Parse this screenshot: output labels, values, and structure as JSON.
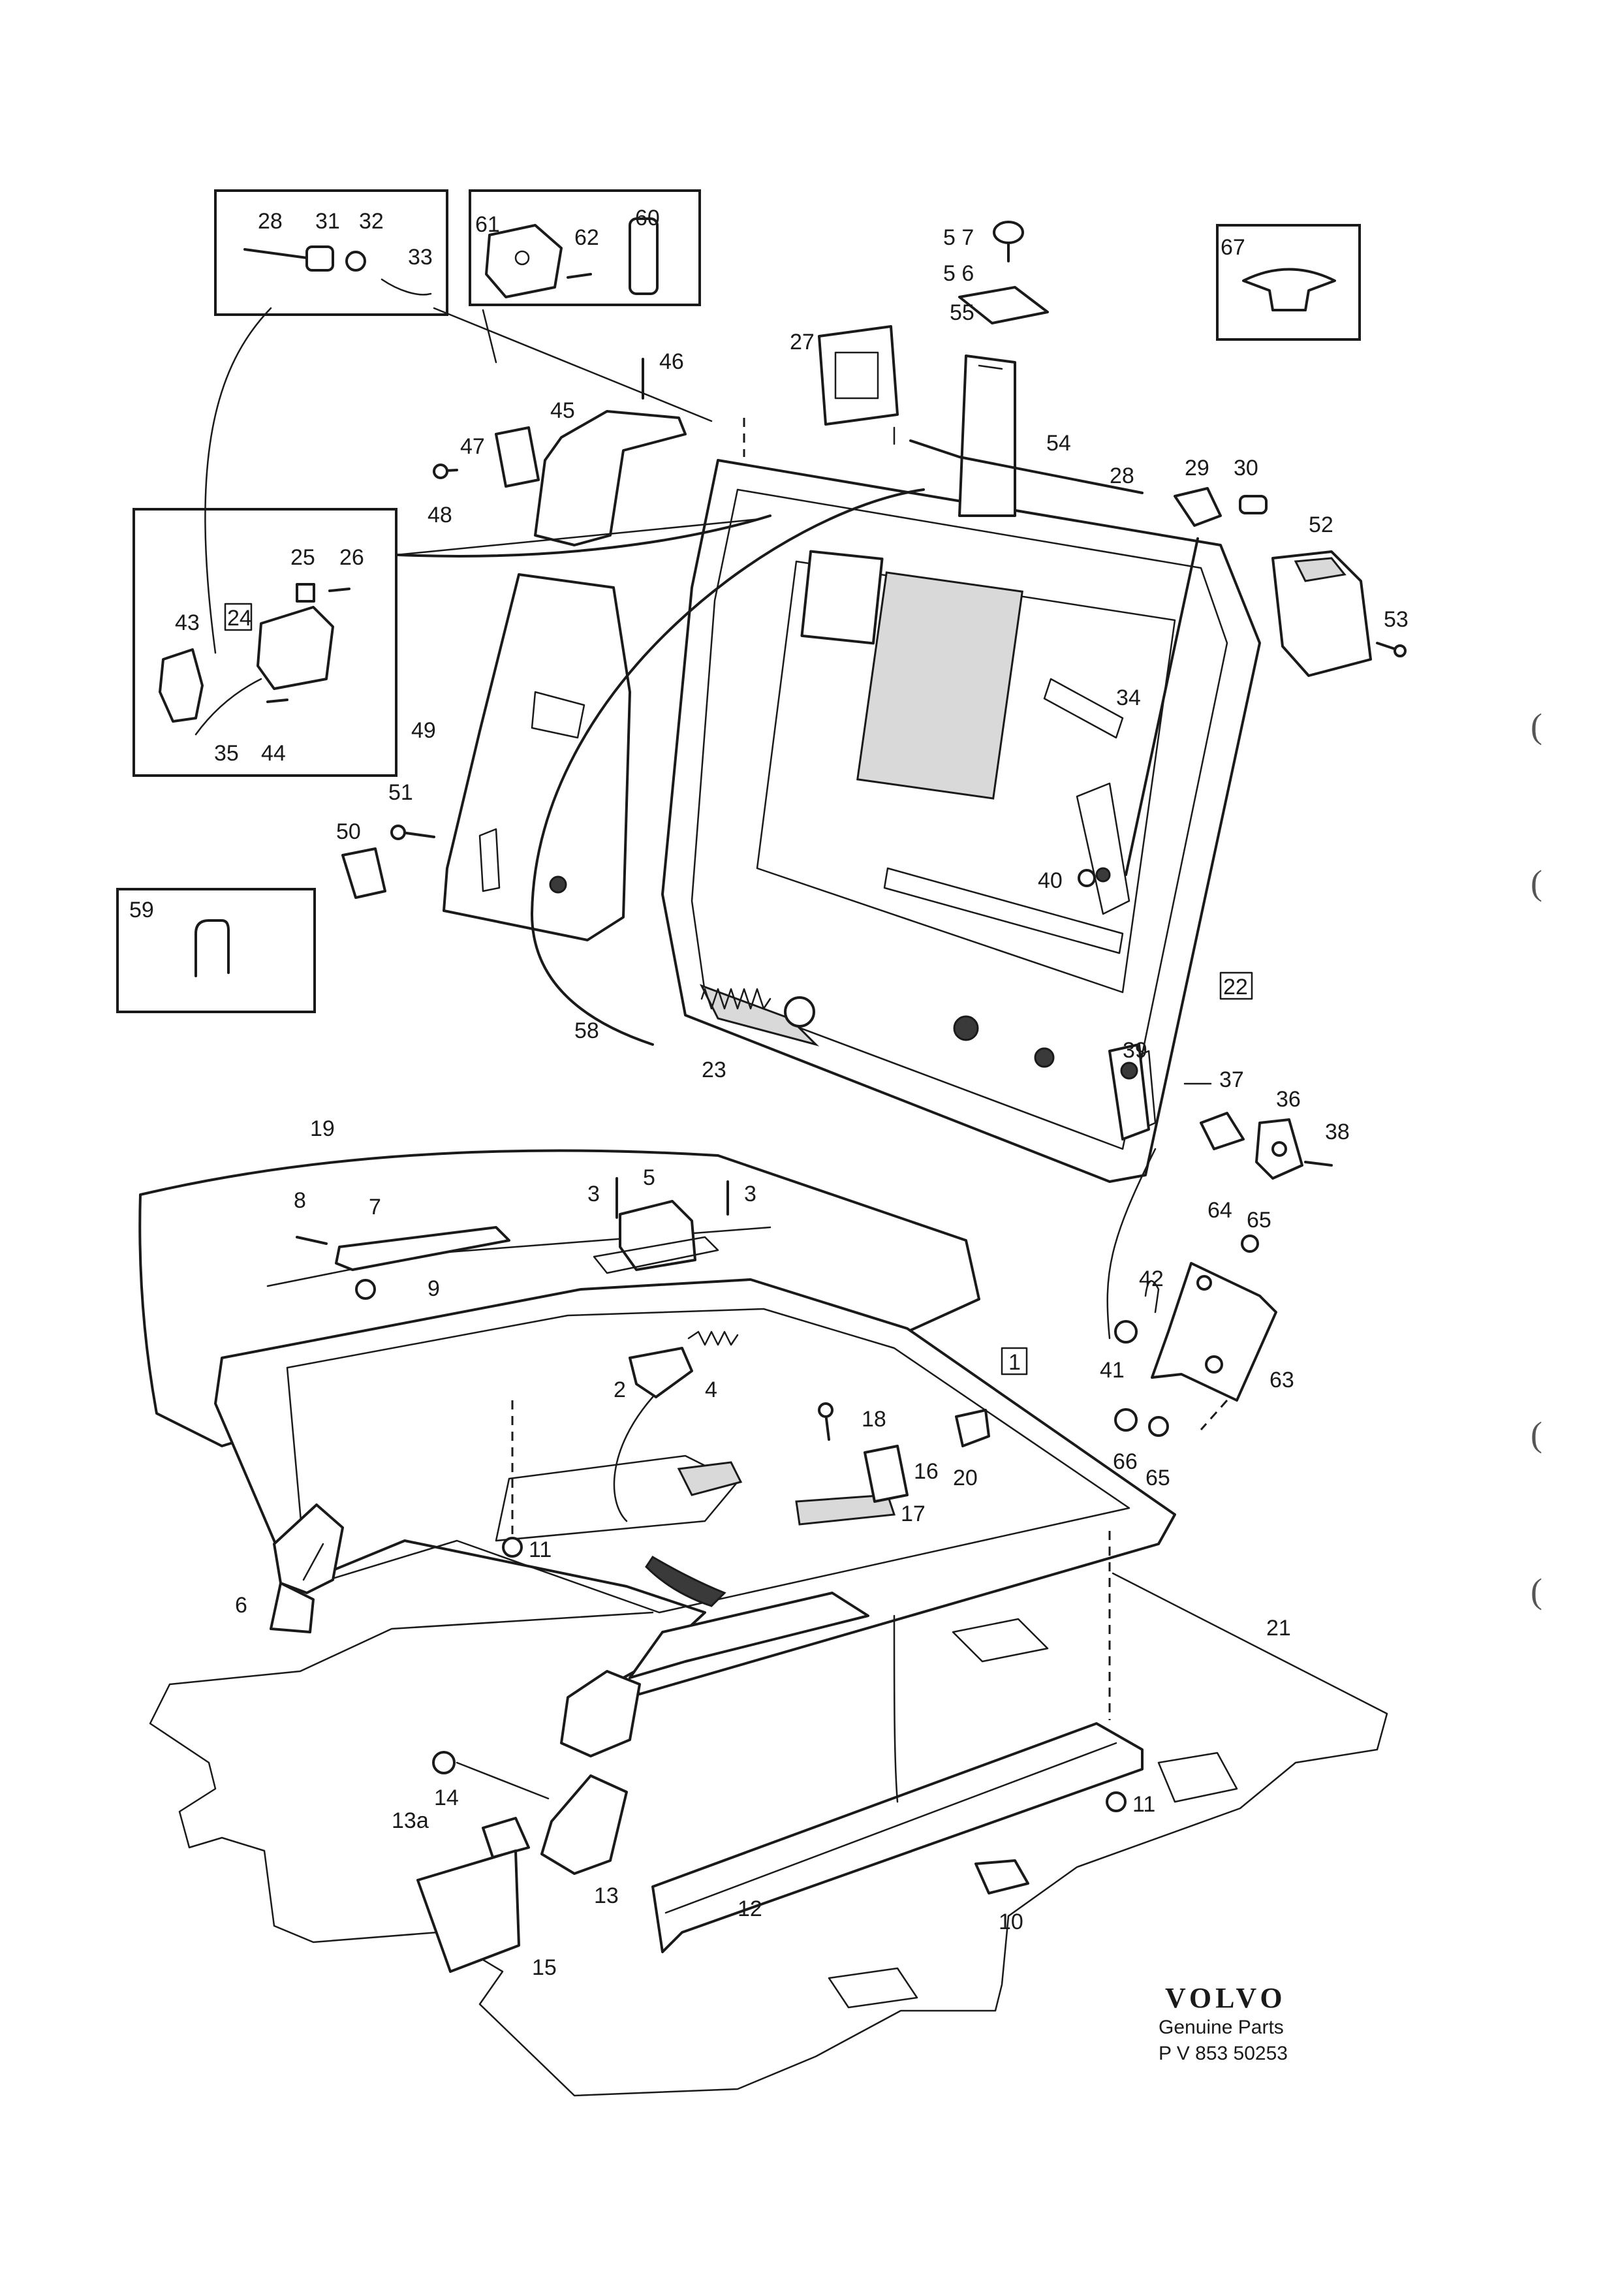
{
  "parts": [
    {
      "id": "p1",
      "label": "1"
    },
    {
      "id": "p2",
      "label": "2"
    },
    {
      "id": "p3a",
      "label": "3"
    },
    {
      "id": "p3b",
      "label": "3"
    },
    {
      "id": "p4",
      "label": "4"
    },
    {
      "id": "p5",
      "label": "5"
    },
    {
      "id": "p6",
      "label": "6"
    },
    {
      "id": "p7",
      "label": "7"
    },
    {
      "id": "p8",
      "label": "8"
    },
    {
      "id": "p9",
      "label": "9"
    },
    {
      "id": "p10",
      "label": "10"
    },
    {
      "id": "p11a",
      "label": "11"
    },
    {
      "id": "p11b",
      "label": "11"
    },
    {
      "id": "p12",
      "label": "12"
    },
    {
      "id": "p13",
      "label": "13"
    },
    {
      "id": "p13a",
      "label": "13a"
    },
    {
      "id": "p14",
      "label": "14"
    },
    {
      "id": "p15",
      "label": "15"
    },
    {
      "id": "p16",
      "label": "16"
    },
    {
      "id": "p17",
      "label": "17"
    },
    {
      "id": "p18",
      "label": "18"
    },
    {
      "id": "p19",
      "label": "19"
    },
    {
      "id": "p20",
      "label": "20"
    },
    {
      "id": "p21",
      "label": "21"
    },
    {
      "id": "p22",
      "label": "22"
    },
    {
      "id": "p23",
      "label": "23"
    },
    {
      "id": "p24",
      "label": "24"
    },
    {
      "id": "p25",
      "label": "25"
    },
    {
      "id": "p26",
      "label": "26"
    },
    {
      "id": "p27",
      "label": "27"
    },
    {
      "id": "p28a",
      "label": "28"
    },
    {
      "id": "p28b",
      "label": "28"
    },
    {
      "id": "p29",
      "label": "29"
    },
    {
      "id": "p30",
      "label": "30"
    },
    {
      "id": "p31",
      "label": "31"
    },
    {
      "id": "p32",
      "label": "32"
    },
    {
      "id": "p33",
      "label": "33"
    },
    {
      "id": "p34",
      "label": "34"
    },
    {
      "id": "p35",
      "label": "35"
    },
    {
      "id": "p36",
      "label": "36"
    },
    {
      "id": "p37",
      "label": "37"
    },
    {
      "id": "p38",
      "label": "38"
    },
    {
      "id": "p39",
      "label": "39"
    },
    {
      "id": "p40",
      "label": "40"
    },
    {
      "id": "p41",
      "label": "41"
    },
    {
      "id": "p42",
      "label": "42"
    },
    {
      "id": "p43",
      "label": "43"
    },
    {
      "id": "p44",
      "label": "44"
    },
    {
      "id": "p45",
      "label": "45"
    },
    {
      "id": "p46",
      "label": "46"
    },
    {
      "id": "p47",
      "label": "47"
    },
    {
      "id": "p48",
      "label": "48"
    },
    {
      "id": "p49",
      "label": "49"
    },
    {
      "id": "p50",
      "label": "50"
    },
    {
      "id": "p51",
      "label": "51"
    },
    {
      "id": "p52",
      "label": "52"
    },
    {
      "id": "p53",
      "label": "53"
    },
    {
      "id": "p54",
      "label": "54"
    },
    {
      "id": "p55",
      "label": "55"
    },
    {
      "id": "p56",
      "label": "5 6"
    },
    {
      "id": "p57",
      "label": "5 7"
    },
    {
      "id": "p58",
      "label": "58"
    },
    {
      "id": "p59",
      "label": "59"
    },
    {
      "id": "p60",
      "label": "60"
    },
    {
      "id": "p61",
      "label": "61"
    },
    {
      "id": "p62",
      "label": "62"
    },
    {
      "id": "p63",
      "label": "63"
    },
    {
      "id": "p64",
      "label": "64"
    },
    {
      "id": "p65a",
      "label": "65"
    },
    {
      "id": "p65b",
      "label": "65"
    },
    {
      "id": "p66",
      "label": "66"
    },
    {
      "id": "p67",
      "label": "67"
    }
  ],
  "brand": {
    "name": "VOLVO",
    "subtitle": "Genuine Parts",
    "code": "P V 853 50253"
  },
  "margin_marks": [
    "(",
    "(",
    "(",
    "("
  ]
}
